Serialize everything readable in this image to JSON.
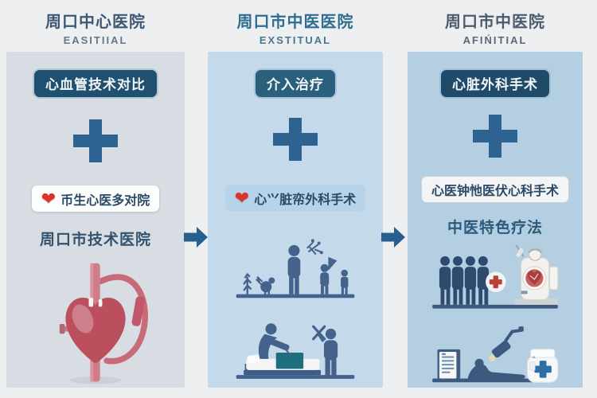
{
  "page": {
    "background": "#edeff1",
    "language": "zh-CN"
  },
  "columns": [
    {
      "hospital": "周口中心医院",
      "subtitle": "EASITIIAL",
      "badge": "心血管技术对比",
      "pill_icon": "red-heart-emoji",
      "pill_text": "币生心医多对院",
      "caption": "周口市技术医院",
      "illustration": "3d-heart-with-catheter-tubes"
    },
    {
      "hospital": "周口市中医医院",
      "subtitle": "EXSTITUAL",
      "badge": "介入治疗",
      "pill_icon": "red-heart-emoji",
      "pill_text": "心⺍脏帟外科手术",
      "caption": "",
      "illustrations": [
        "family-growth-pictogram",
        "operating-table-pictogram"
      ]
    },
    {
      "hospital": "周口市中医院",
      "subtitle": "AFIŃITIAL",
      "badge": "心脏外科手术",
      "pill_icon": "",
      "pill_text": "心医钟忚医伏心科手术",
      "caption": "中医特色疗法",
      "illustrations": [
        "medical-team-with-robot-pictogram",
        "robotic-arm-treatment-pictogram"
      ]
    }
  ],
  "icons": {
    "red_heart": "❤",
    "plus_cross": "plus-cross",
    "flow_arrow": "right-arrow"
  },
  "colors": {
    "background": "#edeff1",
    "panel_grey_blue": "#d7dde2",
    "panel_light_blue": "#c4d9e9",
    "panel_blue": "#b4cfe2",
    "badge_navy": "#20506f",
    "plus_blue": "#2d6291",
    "arrow_blue": "#27608f",
    "pictogram_slate": "#45628c",
    "heart_red": "#bc4f5e",
    "teal_blanket": "#1d6f7f",
    "cross_red": "#b8433a",
    "jar_cross_blue": "#2f6fa8"
  }
}
